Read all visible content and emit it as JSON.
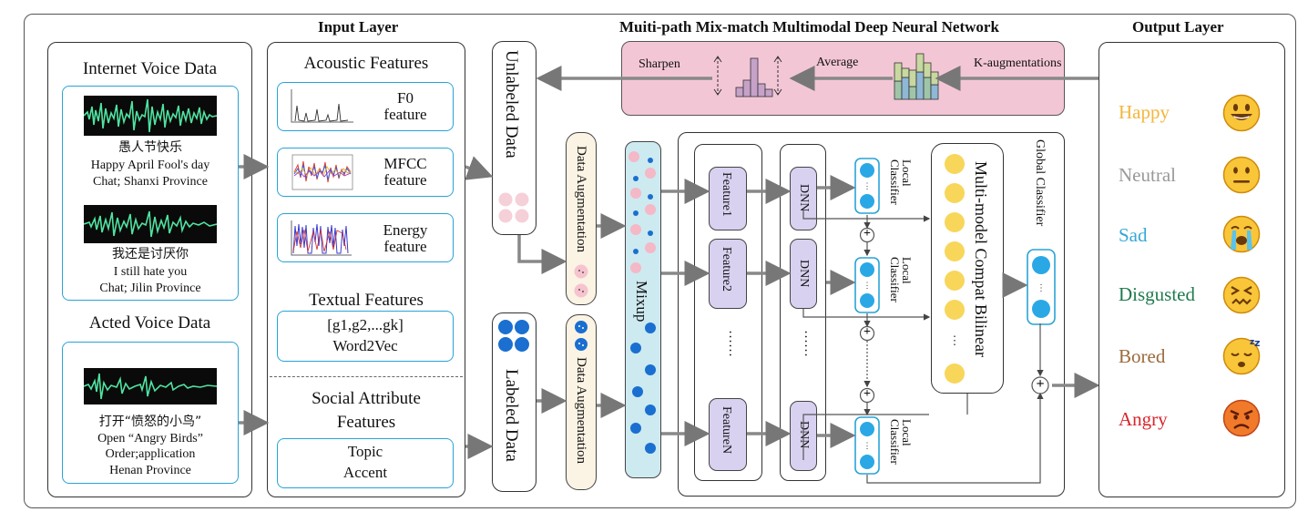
{
  "headers": {
    "input_layer": "Input Layer",
    "network": "Muiti-path Mix-match Multimodal Deep Neural Network",
    "output_layer": "Output Layer"
  },
  "voice": {
    "internet_title": "Internet Voice Data",
    "sample1": {
      "chinese": "愚人节快乐",
      "line1": "Happy April Fool's day",
      "line2": "Chat; Shanxi Province"
    },
    "sample2": {
      "chinese": "我还是讨厌你",
      "line1": "I still hate you",
      "line2": "Chat; Jilin Province"
    },
    "acted_title": "Acted Voice Data",
    "sample3": {
      "chinese": "打开“愤怒的小鸟”",
      "line1": "Open “Angry Birds”",
      "line2": "Order;application",
      "line3": "Henan Province"
    }
  },
  "input": {
    "acoustic_title": "Acoustic Features",
    "f0": {
      "line1": "F0",
      "line2": "feature"
    },
    "mfcc": {
      "line1": "MFCC",
      "line2": "feature"
    },
    "energy": {
      "line1": "Energy",
      "line2": "feature"
    },
    "textual_title": "Textual Features",
    "textual": {
      "line1": "[g1,g2,...gk]",
      "line2": "Word2Vec"
    },
    "social_title1": "Social Attribute",
    "social_title2": "Features",
    "social": {
      "line1": "Topic",
      "line2": "Accent"
    }
  },
  "network": {
    "unlabeled": "Unlabeled Data",
    "labeled": "Labeled Data",
    "data_aug": "Data Augmentation",
    "mixup": "Mixup",
    "sharpen": "Sharpen",
    "average": "Average",
    "k_aug": "K-augmentations",
    "features": [
      "Feature1",
      "Feature2",
      "FeatureN"
    ],
    "dnn": "DNN",
    "dots": "······",
    "local_classifier": "Local Classifier",
    "compact": "Multi-model Compat Bilinear",
    "global_classifier": "Global Classifier",
    "plus": "+"
  },
  "output": {
    "emotions": [
      {
        "label": "Happy",
        "color": "#f2b63c",
        "icon": "happy-face-icon"
      },
      {
        "label": "Neutral",
        "color": "#999999",
        "icon": "neutral-face-icon"
      },
      {
        "label": "Sad",
        "color": "#35a7d8",
        "icon": "crying-face-icon"
      },
      {
        "label": "Disgusted",
        "color": "#1f7a4d",
        "icon": "disgusted-face-icon"
      },
      {
        "label": "Bored",
        "color": "#9a6a3a",
        "icon": "sleepy-face-icon"
      },
      {
        "label": "Angry",
        "color": "#d8262c",
        "icon": "angry-face-icon"
      }
    ]
  },
  "colors": {
    "accent_cyan": "#29a3d6",
    "pink_panel": "#f3c6d6",
    "mixup_fill": "#cdeaf0",
    "aug_fill": "#fbf3e3",
    "feature_pill": "#d9d1f0",
    "node_yellow": "#f7d65a",
    "node_blue": "#2aa8e6"
  }
}
